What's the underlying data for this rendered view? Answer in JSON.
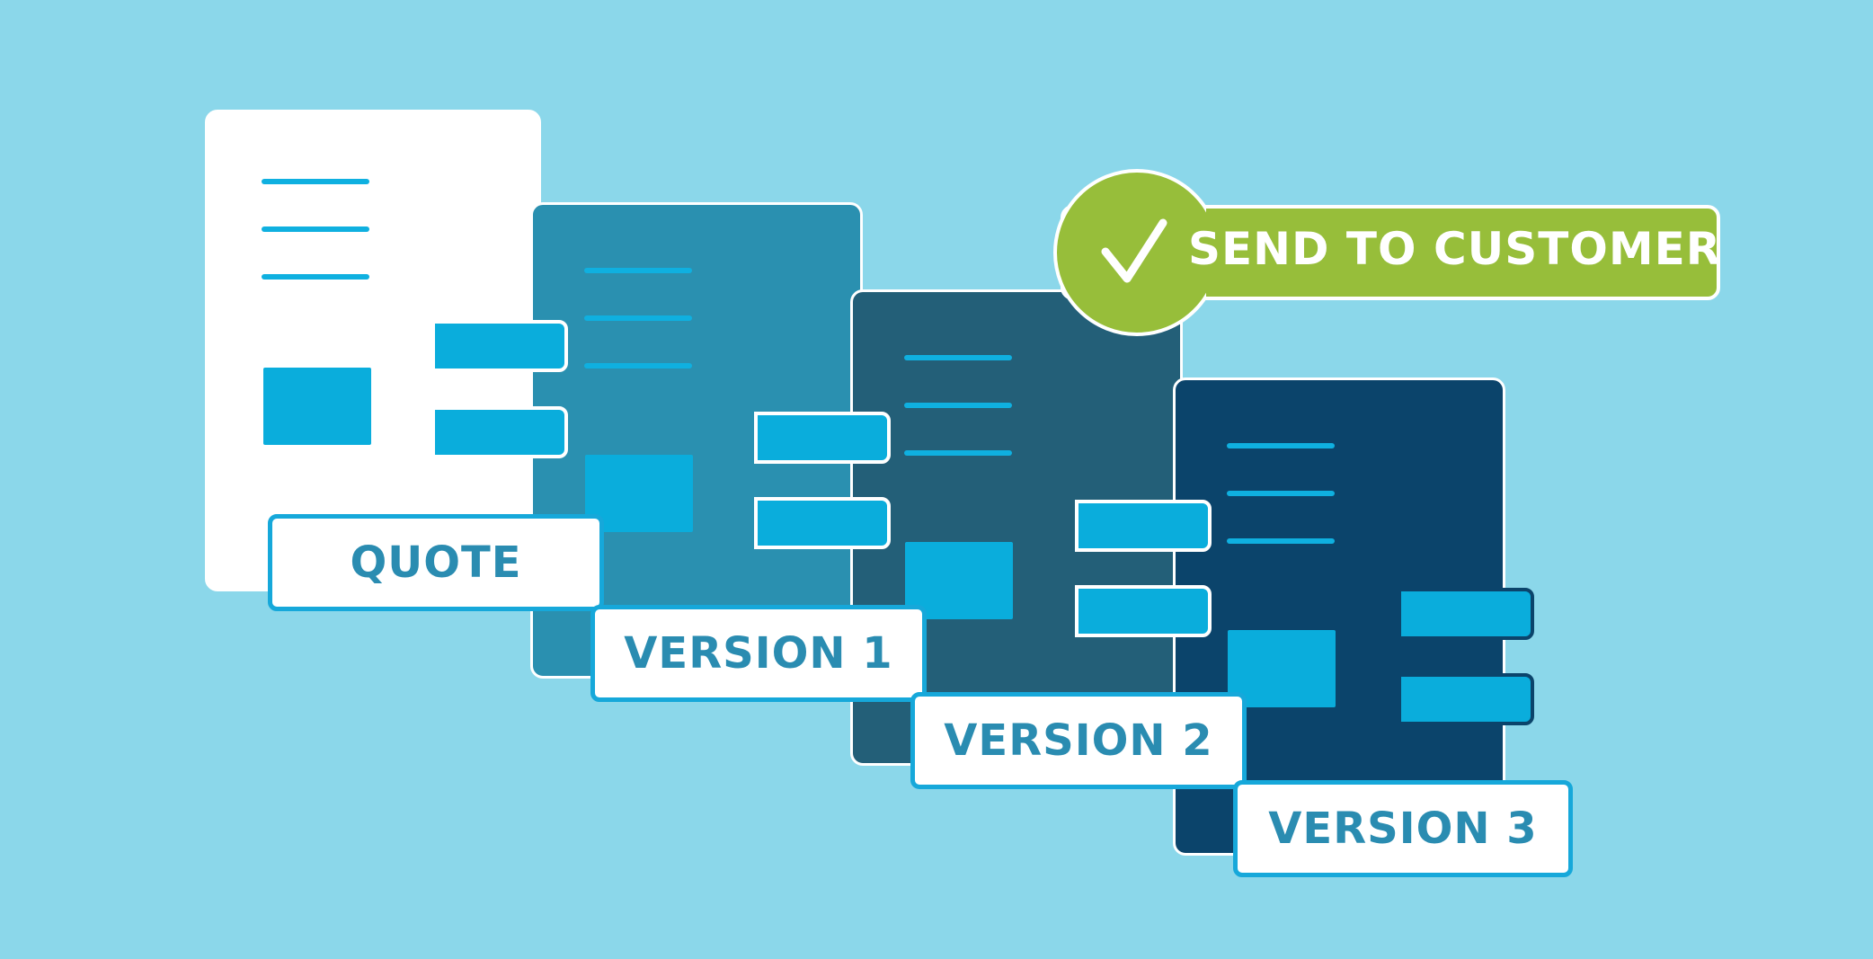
{
  "documents": [
    {
      "id": "quote",
      "label": "QUOTE",
      "color": "#ffffff"
    },
    {
      "id": "version-1",
      "label": "VERSION 1",
      "color": "#2a90b0"
    },
    {
      "id": "version-2",
      "label": "VERSION 2",
      "color": "#235f78"
    },
    {
      "id": "version-3",
      "label": "VERSION 3",
      "color": "#0b446b"
    }
  ],
  "action": {
    "label": "SEND TO CUSTOMER",
    "icon": "checkmark-icon",
    "color": "#97be3a"
  },
  "colors": {
    "background": "#8bd7ea",
    "accent": "#0aaddc",
    "label_text": "#2a8cb1"
  }
}
